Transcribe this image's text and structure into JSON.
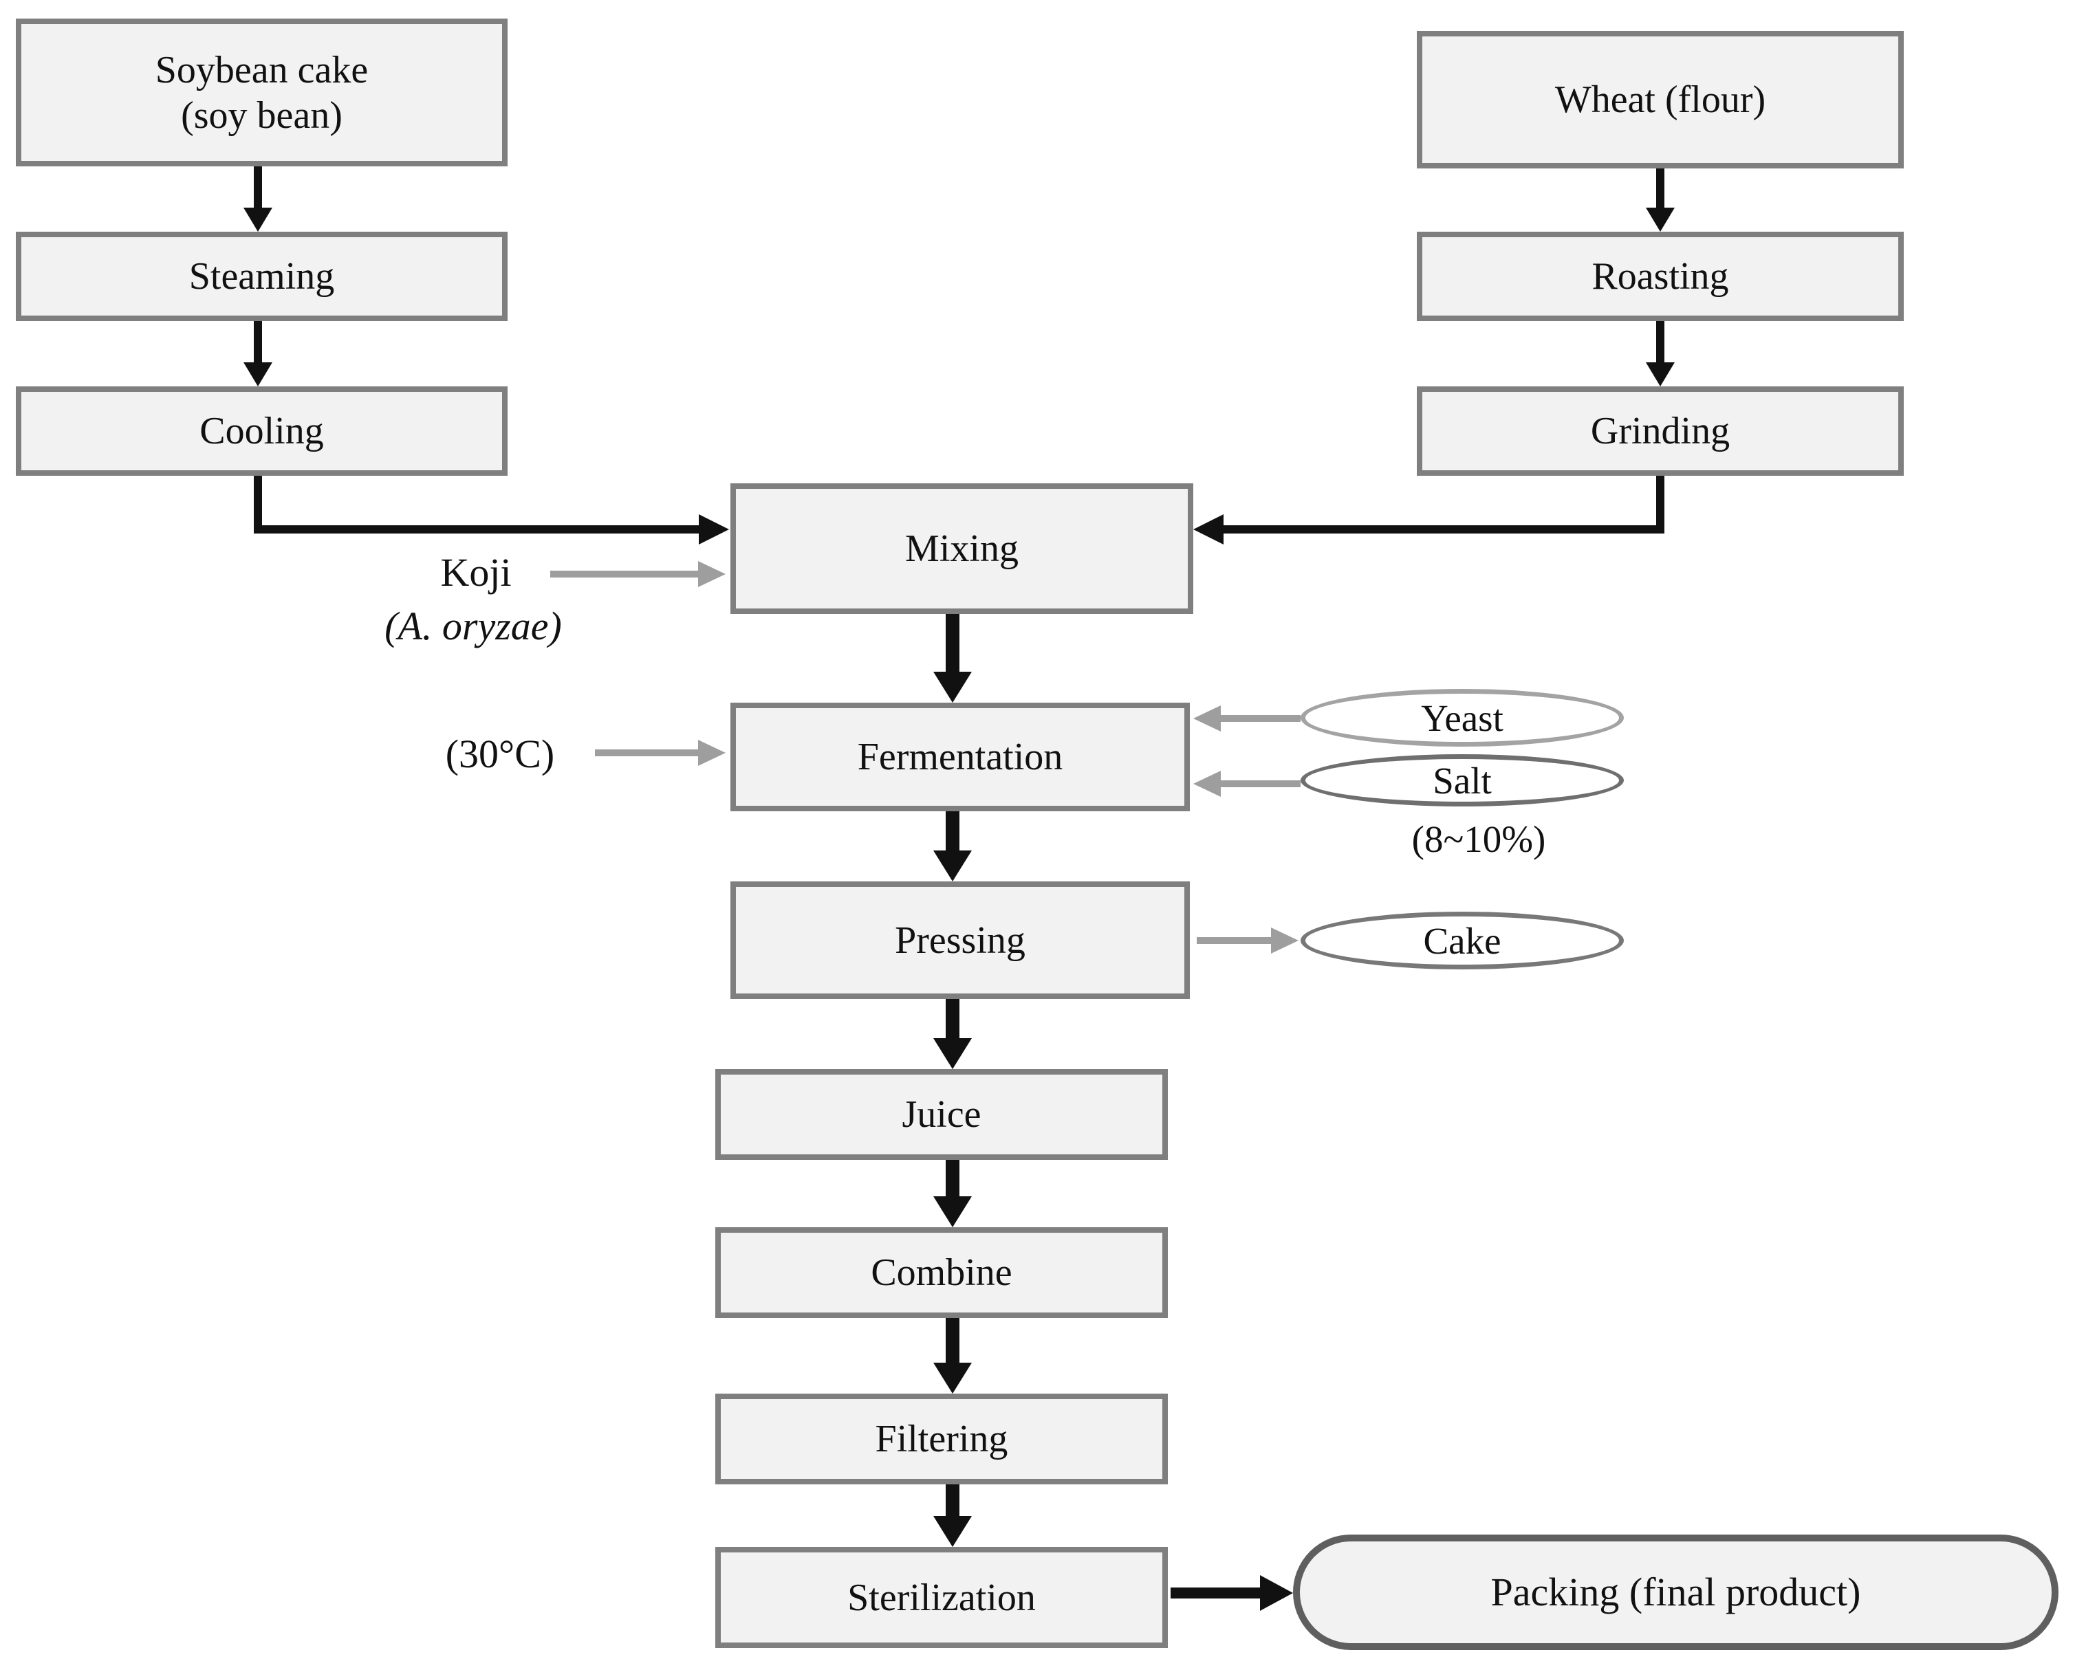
{
  "nodes": {
    "soybean": {
      "line1": "Soybean cake",
      "line2": "(soy bean)"
    },
    "steaming": {
      "label": "Steaming"
    },
    "cooling": {
      "label": "Cooling"
    },
    "wheat": {
      "label": "Wheat (flour)"
    },
    "roasting": {
      "label": "Roasting"
    },
    "grinding": {
      "label": "Grinding"
    },
    "mixing": {
      "label": "Mixing"
    },
    "fermentation": {
      "label": "Fermentation"
    },
    "pressing": {
      "label": "Pressing"
    },
    "juice": {
      "label": "Juice"
    },
    "combine": {
      "label": "Combine"
    },
    "filtering": {
      "label": "Filtering"
    },
    "sterilization": {
      "label": "Sterilization"
    },
    "packing": {
      "label": "Packing (final product)"
    }
  },
  "inputs_outputs": {
    "yeast": {
      "label": "Yeast"
    },
    "salt": {
      "label": "Salt"
    },
    "cake": {
      "label": "Cake"
    }
  },
  "annotations": {
    "koji": "Koji",
    "koji_species": "(A. oryzae)",
    "fermentation_temp": "(30°C)",
    "salt_concentration": "(8~10%)"
  },
  "colors": {
    "box_fill": "#f2f2f2",
    "box_border": "#7f7f7f",
    "terminal_border": "#5f5f5f",
    "ellipse_fill": "#ffffff",
    "yeast_border": "#a3a3a3",
    "salt_border": "#6f6f6f",
    "cake_border": "#787878",
    "black_arrow": "#111111",
    "gray_arrow": "#9e9e9e",
    "text": "#111111"
  }
}
